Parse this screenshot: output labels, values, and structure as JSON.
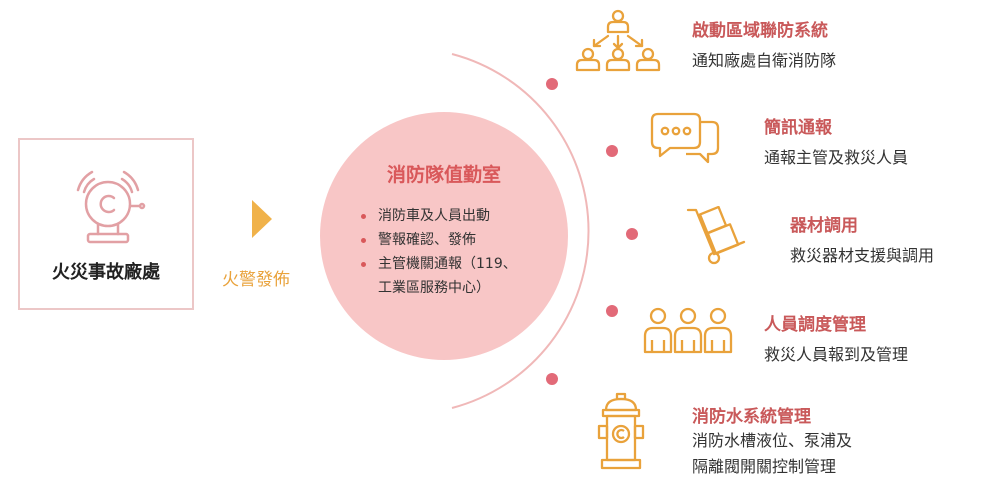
{
  "source": {
    "label": "火災事故廠處",
    "icon": "fire-alarm-bell-icon"
  },
  "alert": {
    "label": "火警發佈",
    "icon": "arrow-right-icon"
  },
  "center": {
    "title": "消防隊值勤室",
    "items": [
      "消防車及人員出動",
      "警報確認、發佈",
      "主管機關通報（119、",
      "工業區服務中心）"
    ]
  },
  "actions": [
    {
      "icon": "org-hierarchy-icon",
      "title": "啟動區域聯防系統",
      "desc": [
        "通知廠處自衛消防隊"
      ]
    },
    {
      "icon": "chat-bubbles-icon",
      "title": "簡訊通報",
      "desc": [
        "通報主管及救災人員"
      ]
    },
    {
      "icon": "hand-truck-icon",
      "title": "器材調用",
      "desc": [
        "救災器材支援與調用"
      ]
    },
    {
      "icon": "people-group-icon",
      "title": "人員調度管理",
      "desc": [
        "救災人員報到及管理"
      ]
    },
    {
      "icon": "fire-hydrant-icon",
      "title": "消防水系統管理",
      "desc": [
        "消防水槽液位、泵浦及",
        "隔離閥開關控制管理"
      ]
    }
  ],
  "colors": {
    "accent_red": "#c9595a",
    "accent_orange": "#e9a23b",
    "circle_fill": "#f8c6c6",
    "arc": "#f0b8b8",
    "dot": "#e26a78"
  }
}
